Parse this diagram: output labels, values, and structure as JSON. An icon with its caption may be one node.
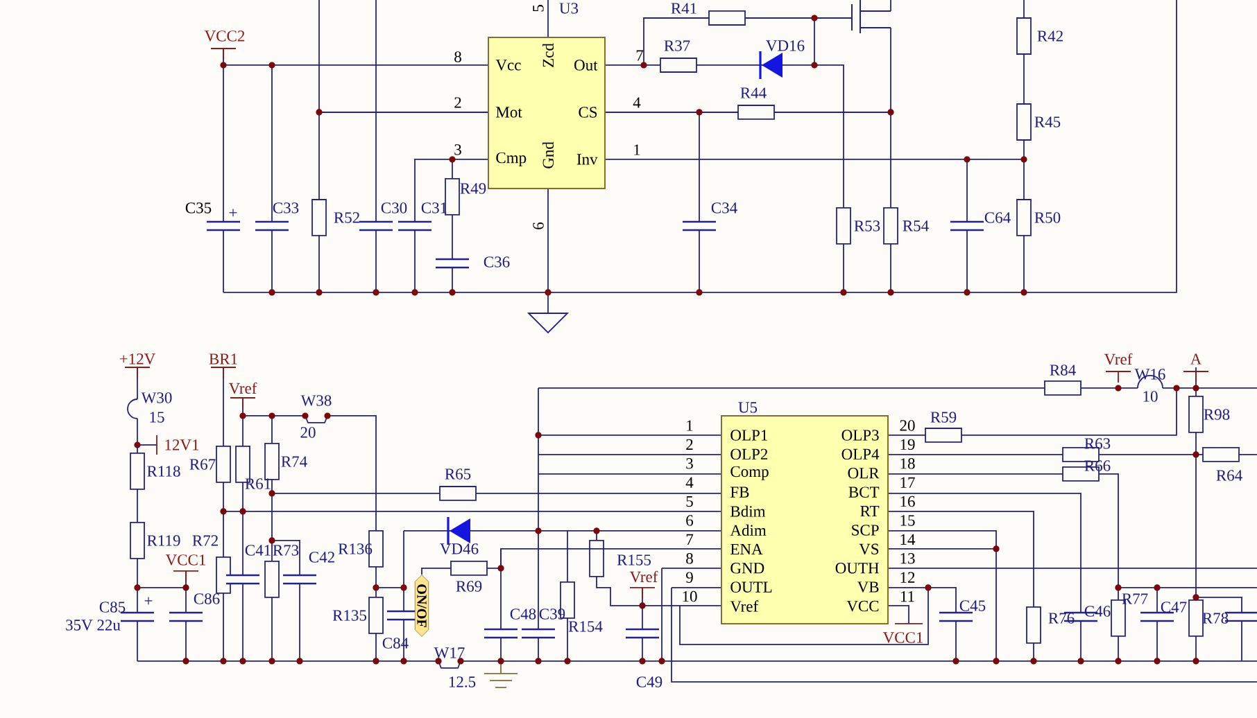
{
  "diagram": {
    "nodes": [
      {
        "text": [
          "Vcc",
          "Mot",
          "Cmp",
          "Zcd",
          "Gnd",
          "Out",
          "CS",
          "Inv"
        ]
      },
      {
        "text": [
          "OLP1",
          "OLP2",
          "Comp",
          "FB",
          "Bdim",
          "Adim",
          "ENA",
          "GND",
          "OUTL",
          "Vref",
          "OLP3",
          "OLP4",
          "OLR",
          "BCT",
          "RT",
          "SCP",
          "VS",
          "OUTH",
          "VB",
          "VCC"
        ]
      },
      {
        "text": [
          "ON/OF"
        ]
      }
    ],
    "edges": [
      {
        "from": 2,
        "to": 1,
        "arrow": "none"
      }
    ],
    "labels": [
      "5",
      "U3",
      "R41",
      "VCC2",
      "R42",
      "8",
      "R37",
      "VD16",
      "7",
      "2",
      "4",
      "R44",
      "R45",
      "3",
      "1",
      "R49",
      "C35",
      "+",
      "C33",
      "C30",
      "C31",
      "C34",
      "R52",
      "C64",
      "R50",
      "6",
      "R53",
      "R54",
      "C36",
      "+12V",
      "BR1",
      "Vref",
      "A",
      "R84",
      "W16",
      "Vref",
      "W30",
      "W38",
      "10",
      "U5",
      "15",
      "R59",
      "R98",
      "20",
      "12V1",
      "R63",
      "R118",
      "R67",
      "R74",
      "R65",
      "R66",
      "R64",
      "R61",
      "R119",
      "VCC1",
      "R72",
      "C41",
      "R73",
      "C42",
      "R136",
      "VD46",
      "R155",
      "R69",
      "Vref",
      "C85",
      "+",
      "C86",
      "C45",
      "R77",
      "C47",
      "35V 22u",
      "R135",
      "C48",
      "C39",
      "R154",
      "R76",
      "C46",
      "R78",
      "C84",
      "VCC1",
      "W17",
      "12.5",
      "C49",
      "1",
      "20",
      "2",
      "19",
      "3",
      "18",
      "4",
      "17",
      "5",
      "16",
      "6",
      "15",
      "7",
      "14",
      "8",
      "13",
      "9",
      "12",
      "10",
      "11"
    ]
  }
}
